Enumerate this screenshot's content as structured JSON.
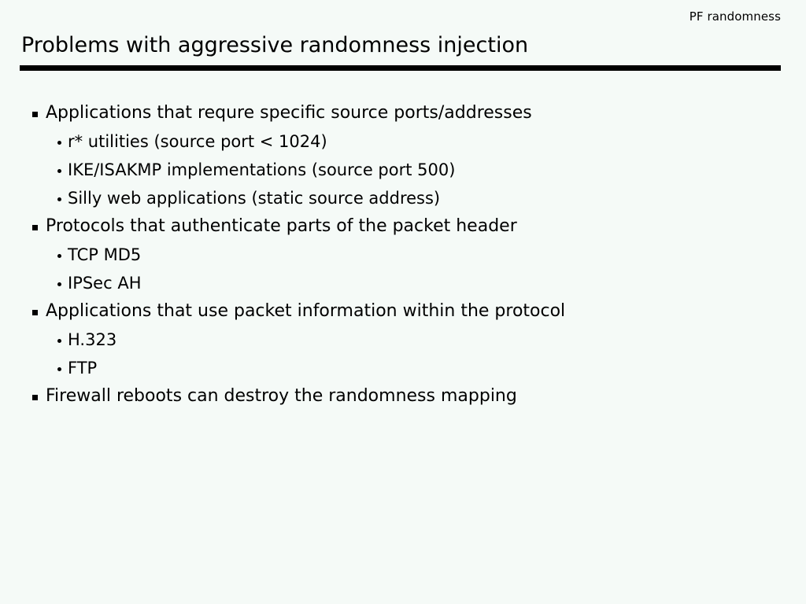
{
  "slide": {
    "header_label": "PF randomness",
    "title": "Problems with aggressive randomness injection",
    "background_color": "#f5faf7",
    "text_color": "#000000",
    "rule_color": "#000000",
    "bullets": [
      {
        "level": 1,
        "marker": "square-bullet",
        "text": "Applications that requre specific source ports/addresses"
      },
      {
        "level": 2,
        "marker": "round-bullet",
        "text": "r* utilities (source port < 1024)"
      },
      {
        "level": 2,
        "marker": "round-bullet",
        "text": "IKE/ISAKMP implementations (source port 500)"
      },
      {
        "level": 2,
        "marker": "round-bullet",
        "text": "Silly web applications (static source address)"
      },
      {
        "level": 1,
        "marker": "square-bullet",
        "text": "Protocols that authenticate parts of the packet header"
      },
      {
        "level": 2,
        "marker": "round-bullet",
        "text": "TCP MD5"
      },
      {
        "level": 2,
        "marker": "round-bullet",
        "text": "IPSec AH"
      },
      {
        "level": 1,
        "marker": "square-bullet",
        "text": "Applications that use packet information within the protocol"
      },
      {
        "level": 2,
        "marker": "round-bullet",
        "text": "H.323"
      },
      {
        "level": 2,
        "marker": "round-bullet",
        "text": "FTP"
      },
      {
        "level": 1,
        "marker": "square-bullet",
        "text": "Firewall reboots can destroy the randomness mapping"
      }
    ]
  }
}
